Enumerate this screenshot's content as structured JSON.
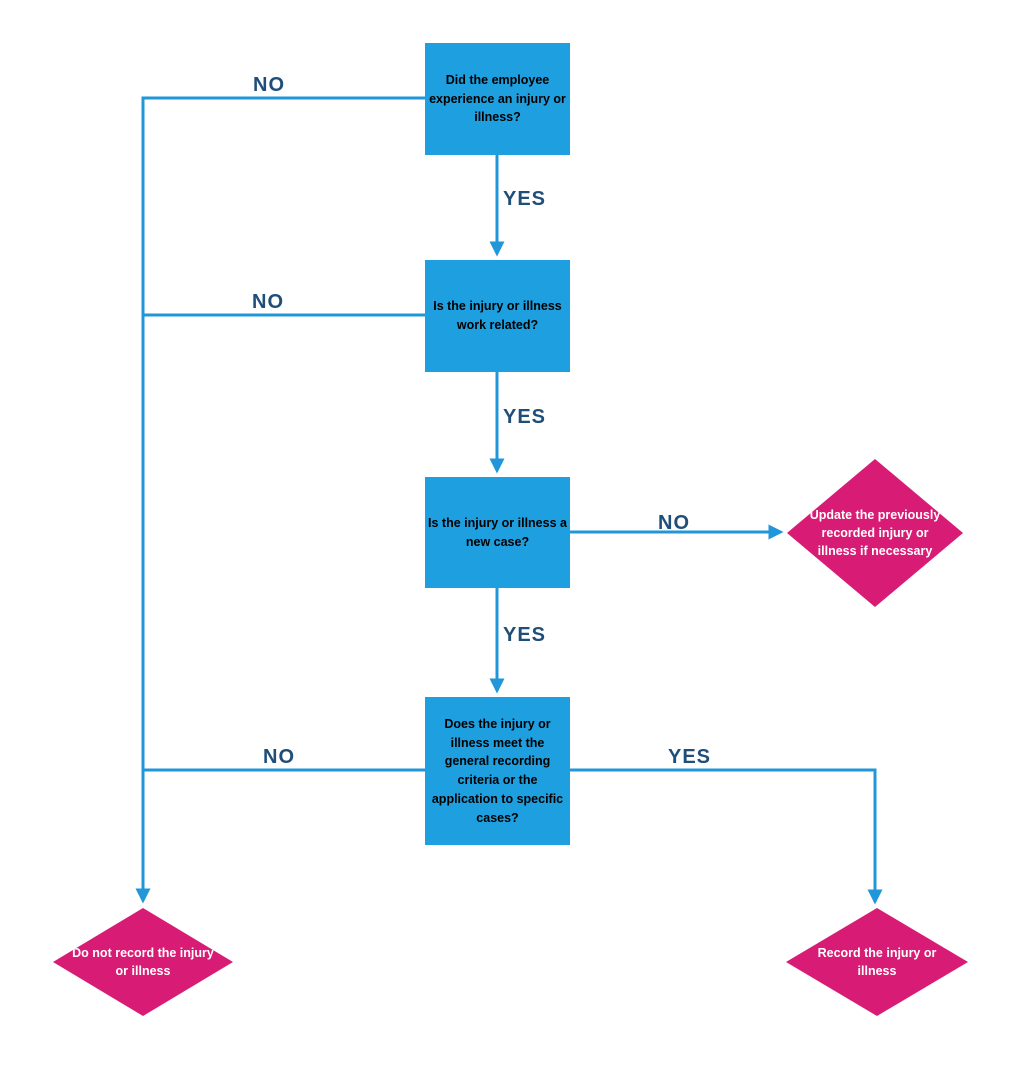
{
  "diagram": {
    "colors": {
      "background": "#ffffff",
      "process_fill": "#1e9fdf",
      "process_text": "#000000",
      "decision_fill": "#d81b74",
      "decision_text": "#ffffff",
      "connector": "#2196d8",
      "edge_label": "#1f4e79"
    },
    "nodes": {
      "q1": {
        "type": "process",
        "label": "Did the employee experience an injury or illness?"
      },
      "q2": {
        "type": "process",
        "label": "Is the injury or illness work related?"
      },
      "q3": {
        "type": "process",
        "label": "Is the injury or illness a new case?"
      },
      "q4": {
        "type": "process",
        "label": "Does the injury or illness meet the general recording criteria or the application to specific cases?"
      },
      "update": {
        "type": "decision",
        "label": "Update the previously recorded injury or illness if necessary"
      },
      "do_not_record": {
        "type": "decision",
        "label": "Do not record the injury or illness"
      },
      "record": {
        "type": "decision",
        "label": "Record the injury or illness"
      }
    },
    "edge_labels": {
      "q1_no": "NO",
      "q1_yes": "YES",
      "q2_no": "NO",
      "q2_yes": "YES",
      "q3_no": "NO",
      "q3_yes": "YES",
      "q4_no": "NO",
      "q4_yes": "YES"
    }
  }
}
